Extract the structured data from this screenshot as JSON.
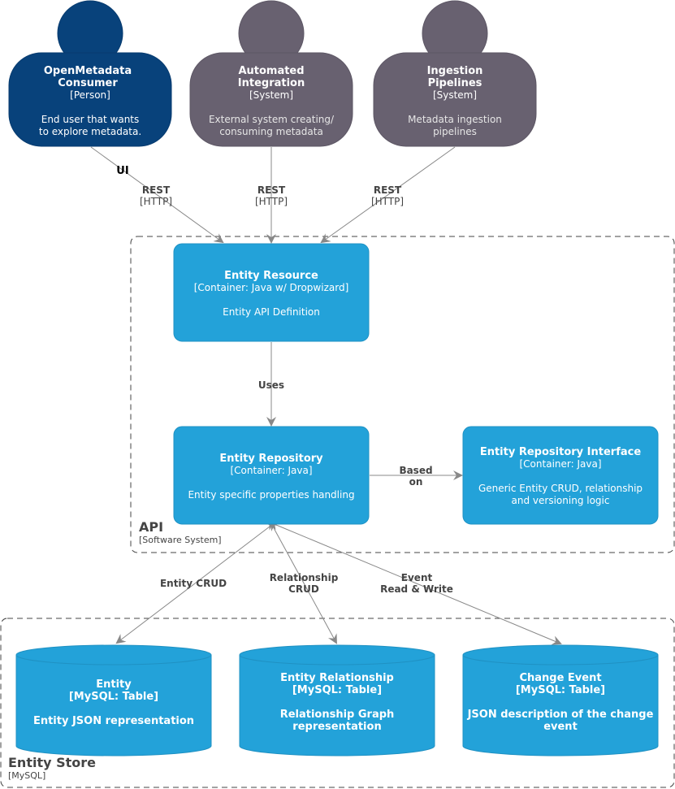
{
  "colors": {
    "person": "#08427b",
    "person_border": "#073b6f",
    "system": "#686170",
    "system_border": "#5d5765",
    "container": "#23a2d9",
    "container_border": "#1f91c3",
    "arrow": "#888888",
    "boundary": "#444444"
  },
  "actors": [
    {
      "id": "consumer",
      "title_line1": "OpenMetadata",
      "title_line2": "Consumer",
      "kind": "[Person]",
      "desc_line1": "End user that wants",
      "desc_line2": "to explore metadata."
    },
    {
      "id": "integration",
      "title_line1": "Automated",
      "title_line2": "Integration",
      "kind": "[System]",
      "desc_line1": "External system creating/",
      "desc_line2": "consuming metadata"
    },
    {
      "id": "ingestion",
      "title_line1": "Ingestion",
      "title_line2": "Pipelines",
      "kind": "[System]",
      "desc_line1": "Metadata ingestion",
      "desc_line2": "pipelines"
    }
  ],
  "boundaries": {
    "api": {
      "name": "API",
      "kind": "[Software System]"
    },
    "store": {
      "name": "Entity Store",
      "kind": "[MySQL]"
    }
  },
  "containers": {
    "resource": {
      "title": "Entity Resource",
      "tech": "[Container: Java w/ Dropwizard]",
      "desc": "Entity API Definition"
    },
    "repository": {
      "title": "Entity Repository",
      "tech": "[Container: Java]",
      "desc": "Entity specific properties handling"
    },
    "interface": {
      "title": "Entity Repository Interface",
      "tech": "[Container: Java]",
      "desc_line1": "Generic Entity CRUD, relationship",
      "desc_line2": "and versioning logic"
    }
  },
  "tables": {
    "entity": {
      "title": "Entity",
      "tech": "[MySQL: Table]",
      "desc_line1": "Entity JSON representation",
      "desc_line2": ""
    },
    "relationship": {
      "title": "Entity Relationship",
      "tech": "[MySQL: Table]",
      "desc_line1": "Relationship Graph",
      "desc_line2": "representation"
    },
    "change": {
      "title": "Change Event",
      "tech": "[MySQL: Table]",
      "desc_line1": "JSON description of the change",
      "desc_line2": "event"
    }
  },
  "edges": {
    "consumer_ui": "UI",
    "rest": "REST",
    "http": "[HTTP]",
    "uses": "Uses",
    "based_line1": "Based",
    "based_line2": "on",
    "entity_crud": "Entity CRUD",
    "rel_crud_line1": "Relationship",
    "rel_crud_line2": "CRUD",
    "event_line1": "Event",
    "event_line2": "Read & Write"
  }
}
